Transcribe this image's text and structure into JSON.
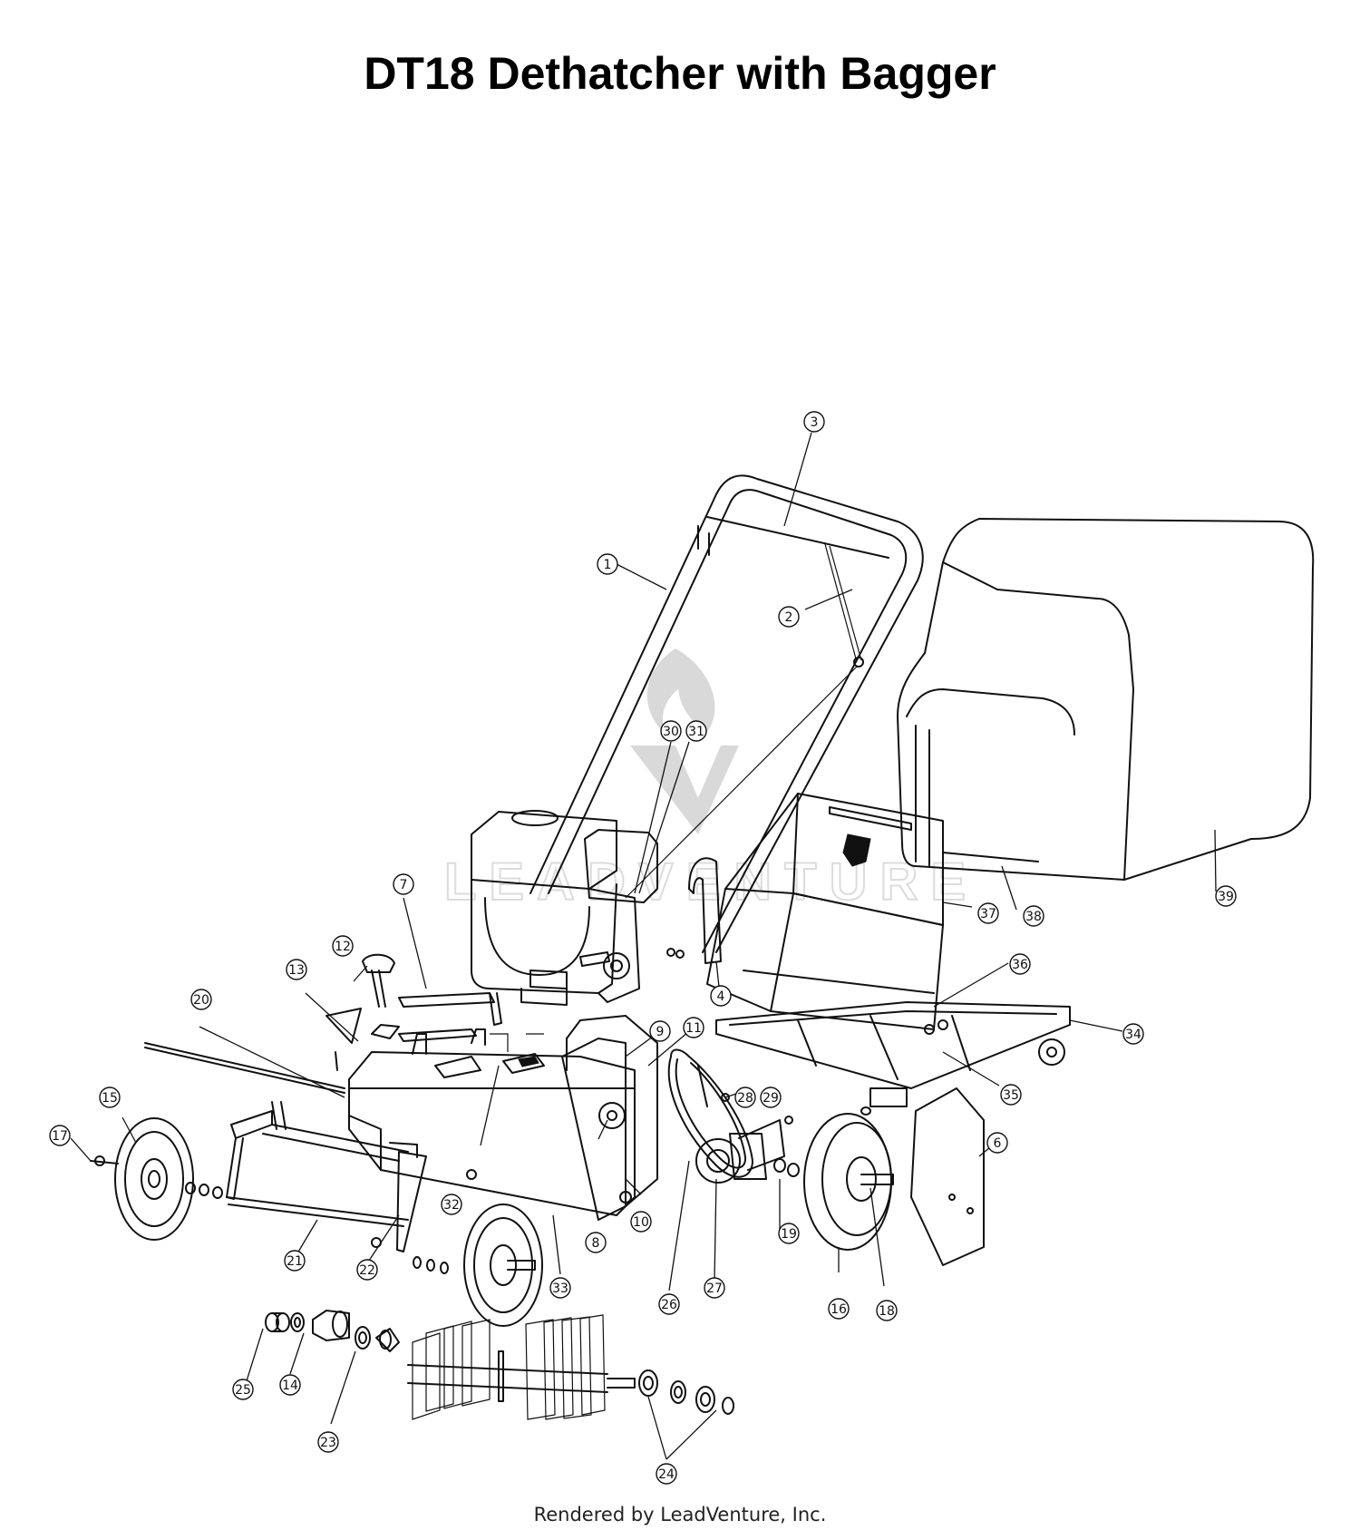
{
  "title": "DT18 Dethatcher with Bagger",
  "footer": "Rendered by LeadVenture, Inc.",
  "watermark": "LEADVENTURE",
  "callouts": [
    "1",
    "2",
    "3",
    "4",
    "6",
    "7",
    "8",
    "9",
    "10",
    "11",
    "12",
    "13",
    "14",
    "15",
    "16",
    "17",
    "18",
    "19",
    "20",
    "21",
    "22",
    "23",
    "24",
    "25",
    "26",
    "27",
    "28",
    "29",
    "30",
    "31",
    "32",
    "33",
    "34",
    "35",
    "36",
    "37",
    "38",
    "39"
  ]
}
